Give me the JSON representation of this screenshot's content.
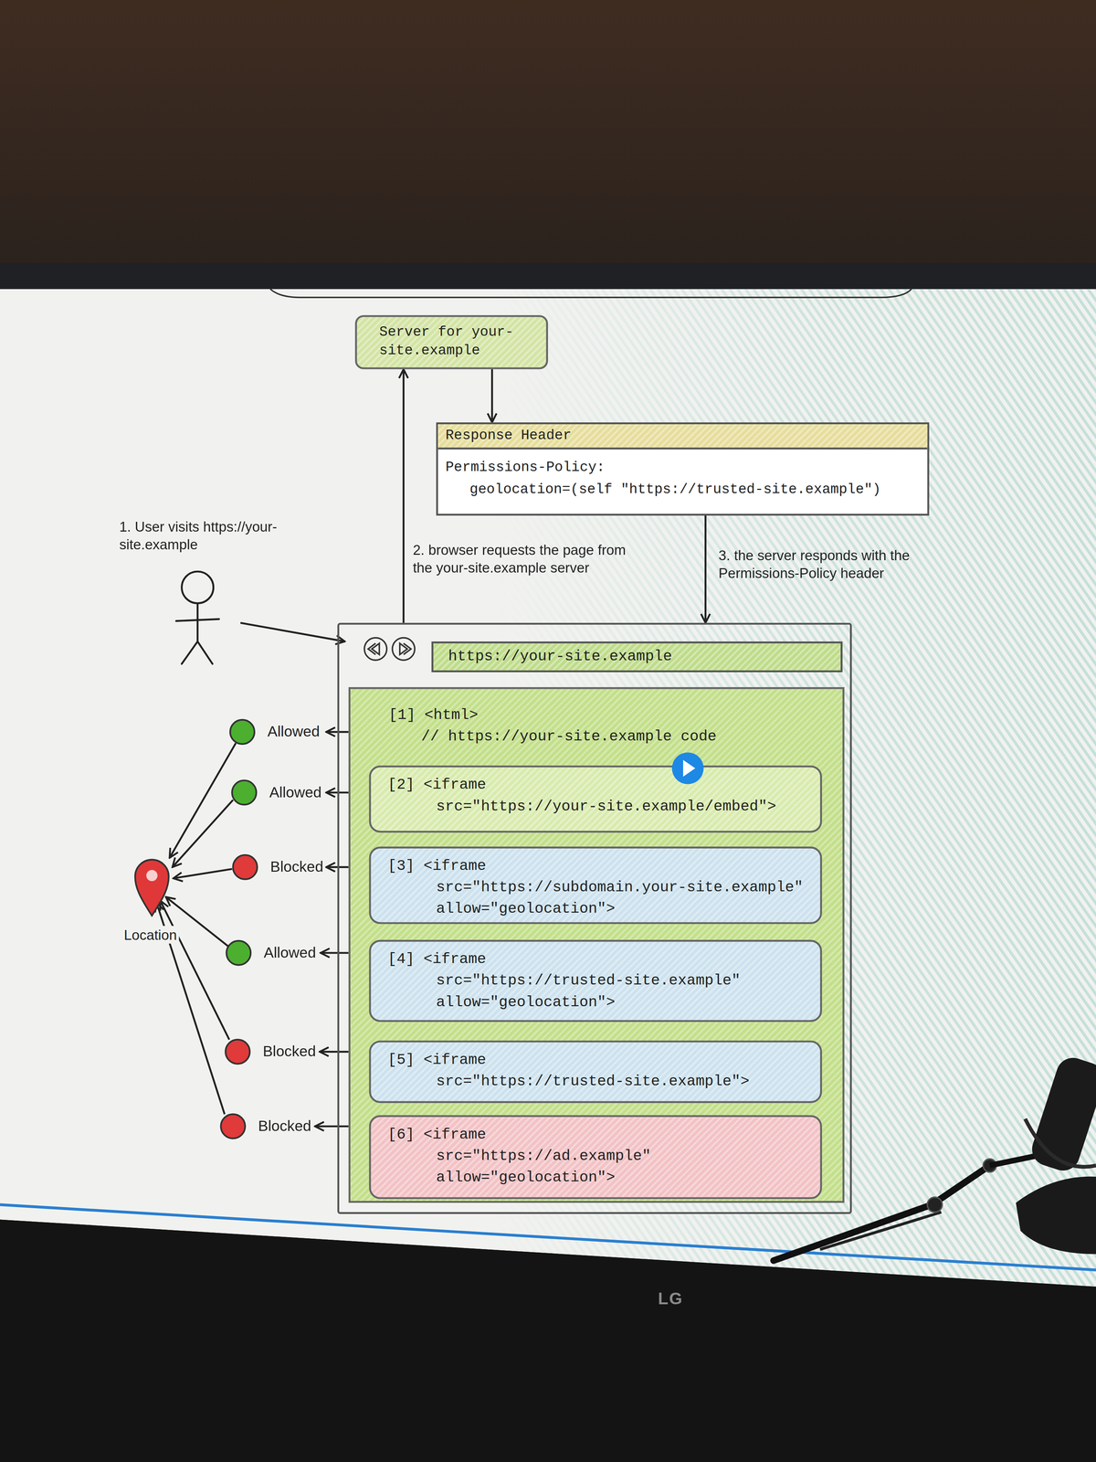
{
  "diagram": {
    "nodes": [
      {
        "text": [
          "Server for your-site.example"
        ]
      },
      {
        "text": [
          "Response Header",
          "Permissions-Policy:",
          "geolocation=(self \"https://trusted-site.example\")"
        ]
      },
      {
        "text": [
          "https://your-site.example"
        ]
      },
      {
        "text": [
          "[1] <html>",
          "// https://your-site.example code"
        ],
        "in": 2
      },
      {
        "text": [
          "[2] <iframe",
          "src=\"https://your-site.example/embed\">"
        ],
        "in": 3
      },
      {
        "text": [
          "[3] <iframe",
          "src=\"https://subdomain.your-site.example\"",
          "allow=\"geolocation\">"
        ],
        "in": 3
      },
      {
        "text": [
          "[4] <iframe",
          "src=\"https://trusted-site.example\"",
          "allow=\"geolocation\">"
        ],
        "in": 3
      },
      {
        "text": [
          "[5] <iframe",
          "src=\"https://trusted-site.example\">"
        ],
        "in": 3
      },
      {
        "text": [
          "[6] <iframe",
          "src=\"https://ad.example\"",
          "allow=\"geolocation\">"
        ],
        "in": 3
      }
    ],
    "edges": [
      {
        "from": 2,
        "to": 0,
        "arrow": "to",
        "label": "2. browser requests the page from the your-site.example server"
      },
      {
        "from": 0,
        "to": 1,
        "arrow": "to"
      },
      {
        "from": 1,
        "to": 2,
        "arrow": "to",
        "label": "3. the server responds with the Permissions-Policy header"
      }
    ],
    "labels": [
      "1. User visits https://your-site.example",
      "Allowed",
      "Allowed",
      "Blocked",
      "Allowed",
      "Blocked",
      "Blocked",
      "Location",
      "LG"
    ]
  }
}
